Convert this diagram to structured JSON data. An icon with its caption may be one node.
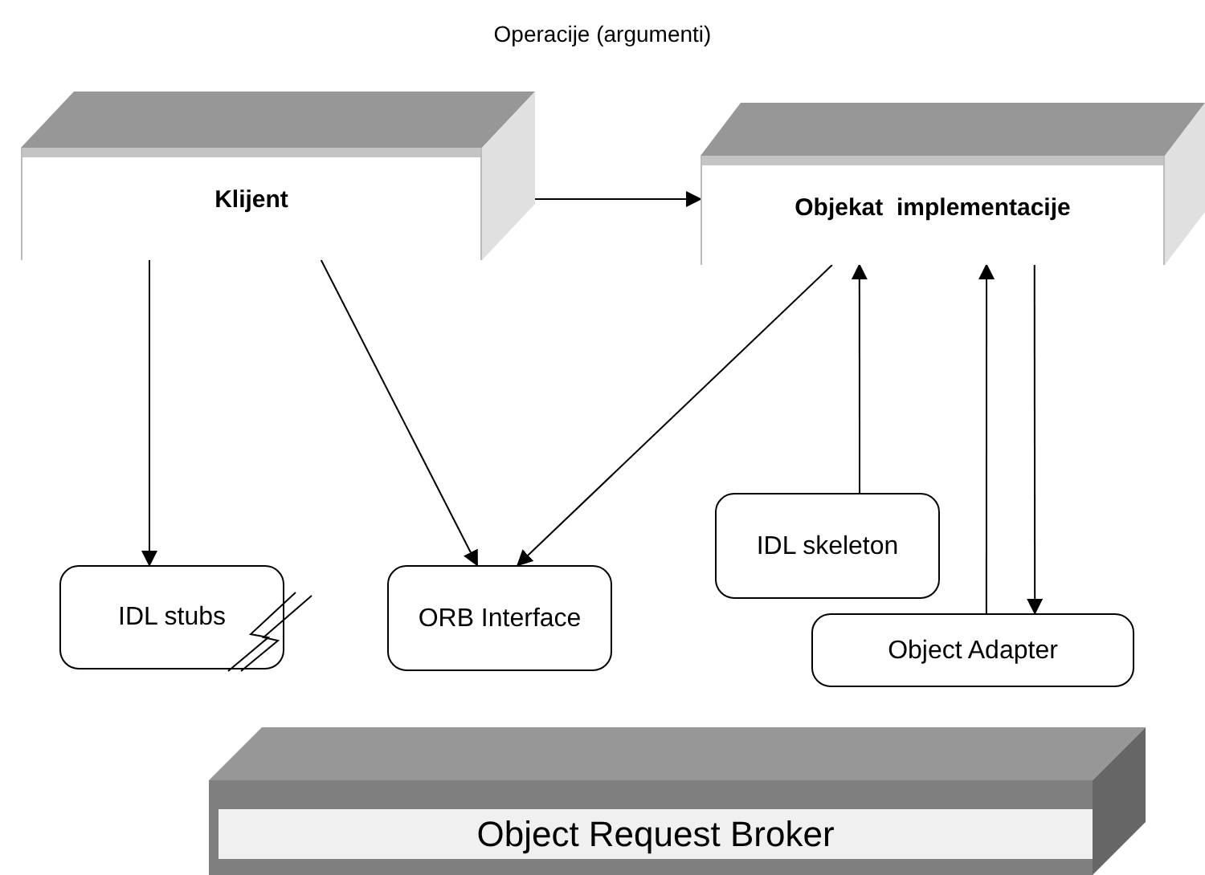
{
  "diagram": {
    "title": "Operacije (argumenti)",
    "nodes": [
      {
        "text": [
          "Klijent"
        ]
      },
      {
        "text": [
          "Objekat  implementacije"
        ]
      },
      {
        "text": [
          "IDL stubs"
        ]
      },
      {
        "text": [
          "ORB Interface"
        ]
      },
      {
        "text": [
          "IDL skeleton"
        ]
      },
      {
        "text": [
          "Object Adapter"
        ]
      },
      {
        "text": [
          "Object Request Broker"
        ]
      }
    ],
    "edges": [
      {
        "from": 0,
        "to": 1,
        "arrow": "to"
      },
      {
        "from": 0,
        "to": 2,
        "arrow": "to"
      },
      {
        "from": 0,
        "to": 3,
        "arrow": "to"
      },
      {
        "from": 1,
        "to": 3,
        "arrow": "to"
      },
      {
        "from": 4,
        "to": 1,
        "arrow": "to"
      },
      {
        "from": 5,
        "to": 1,
        "arrow": "to"
      },
      {
        "from": 1,
        "to": 5,
        "arrow": "to"
      }
    ]
  }
}
